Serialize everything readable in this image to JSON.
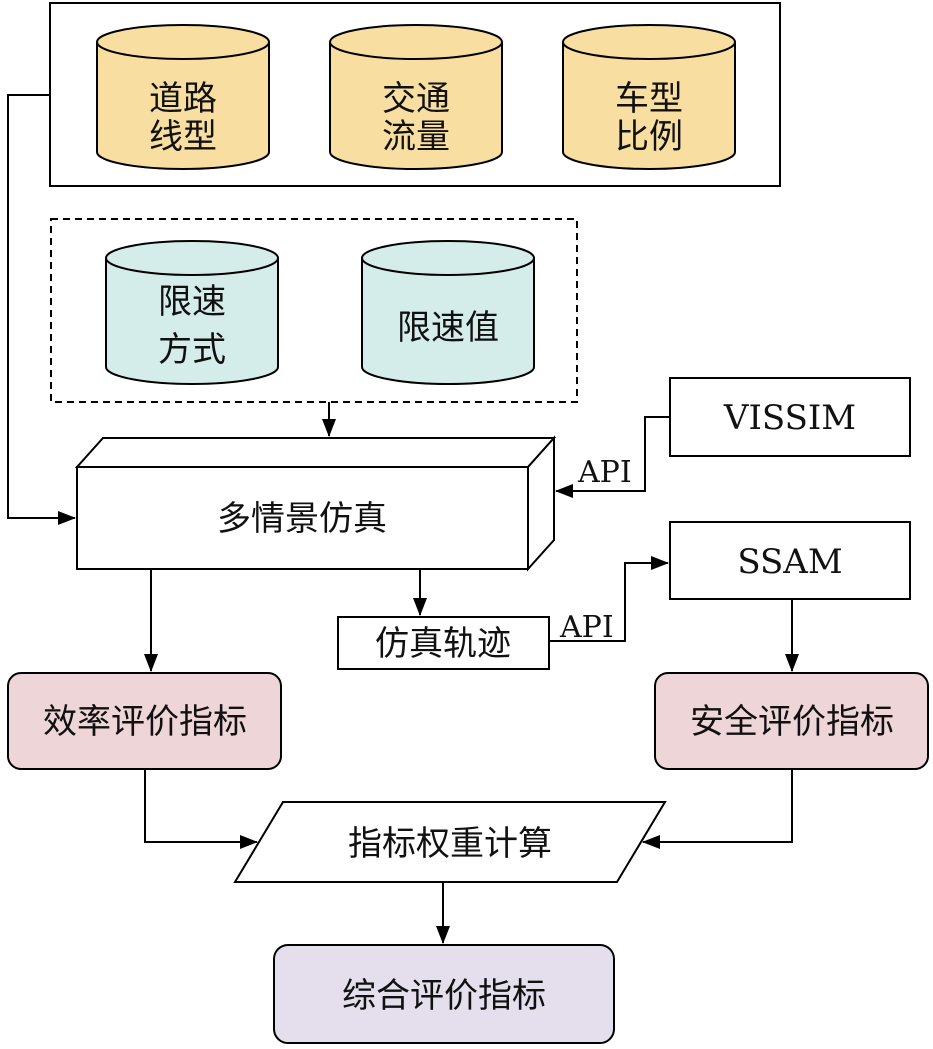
{
  "diagram": {
    "inputs_group": {
      "items": [
        {
          "line1": "道路",
          "line2": "线型"
        },
        {
          "line1": "交通",
          "line2": "流量"
        },
        {
          "line1": "车型",
          "line2": "比例"
        }
      ]
    },
    "speed_group": {
      "items": [
        {
          "line1": "限速",
          "line2": "方式"
        },
        {
          "line1": "限速值",
          "line2": ""
        }
      ]
    },
    "simulation": "多情景仿真",
    "vissim": "VISSIM",
    "ssam": "SSAM",
    "trajectory": "仿真轨迹",
    "api_1": "API",
    "api_2": "API",
    "efficiency": "效率评价指标",
    "safety": "安全评价指标",
    "weighting": "指标权重计算",
    "comprehensive": "综合评价指标"
  },
  "colors": {
    "input_cylinder": "#F8DFA1",
    "speed_cylinder": "#D4ECEA",
    "eval_box": "#EED5D8",
    "comprehensive_box": "#E4DEED",
    "stroke": "#000000"
  }
}
